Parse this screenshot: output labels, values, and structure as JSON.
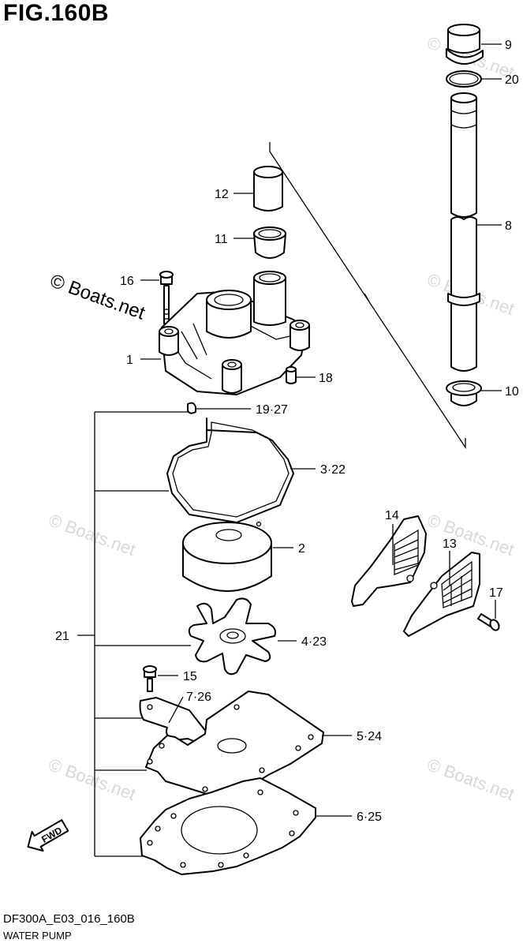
{
  "figure": {
    "title": "FIG.160B"
  },
  "footer": {
    "code": "DF300A_E03_016_160B",
    "name": "WATER PUMP"
  },
  "watermarks": {
    "light": "© Boats.net",
    "strong": "© Boats.net"
  },
  "fwd_label": "FWD",
  "callouts": {
    "p9": "9",
    "p20": "20",
    "p8": "8",
    "p10": "10",
    "p12": "12",
    "p11": "11",
    "p16": "16",
    "p1": "1",
    "p18": "18",
    "p19_27": "19·27",
    "p3_22": "3·22",
    "p2": "2",
    "p14": "14",
    "p13": "13",
    "p17": "17",
    "p21": "21",
    "p4_23": "4·23",
    "p15": "15",
    "p7_26": "7·26",
    "p5_24": "5·24",
    "p6_25": "6·25"
  }
}
